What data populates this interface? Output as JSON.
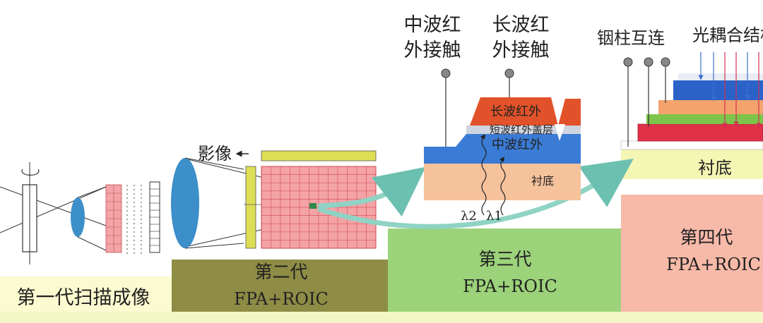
{
  "generations": {
    "first": {
      "label": "第一代扫描成像"
    },
    "second": {
      "label": "第二代",
      "sublabel": "FPA+ROIC",
      "image_label": "影像"
    },
    "third": {
      "label": "第三代",
      "sublabel": "FPA+ROIC"
    },
    "fourth": {
      "label": "第四代",
      "sublabel": "FPA+ROIC"
    }
  },
  "third_detail": {
    "mwir_contact": [
      "中波红",
      "外接触"
    ],
    "lwir_contact": [
      "长波红",
      "外接触"
    ],
    "lwir_layer": "长波红外",
    "swir_layer": "短波红外盖层",
    "mwir_layer": "中波红外",
    "substrate": "衬底",
    "lambda2": "λ2",
    "lambda1": "λ1"
  },
  "fourth_detail": {
    "indium_label": "铟柱互连",
    "optical_label": "光耦合结构",
    "substrate": "衬底"
  },
  "colors": {
    "band_bg": "#f3f7c6",
    "gen1": "#fbfad0",
    "gen2": "#8e8c45",
    "gen3": "#9cd27a",
    "gen4": "#f7b9a8",
    "fpa_grid": "#f4a3a6",
    "lens": "#3c8fc9",
    "arrow": "#8fd3c4"
  }
}
